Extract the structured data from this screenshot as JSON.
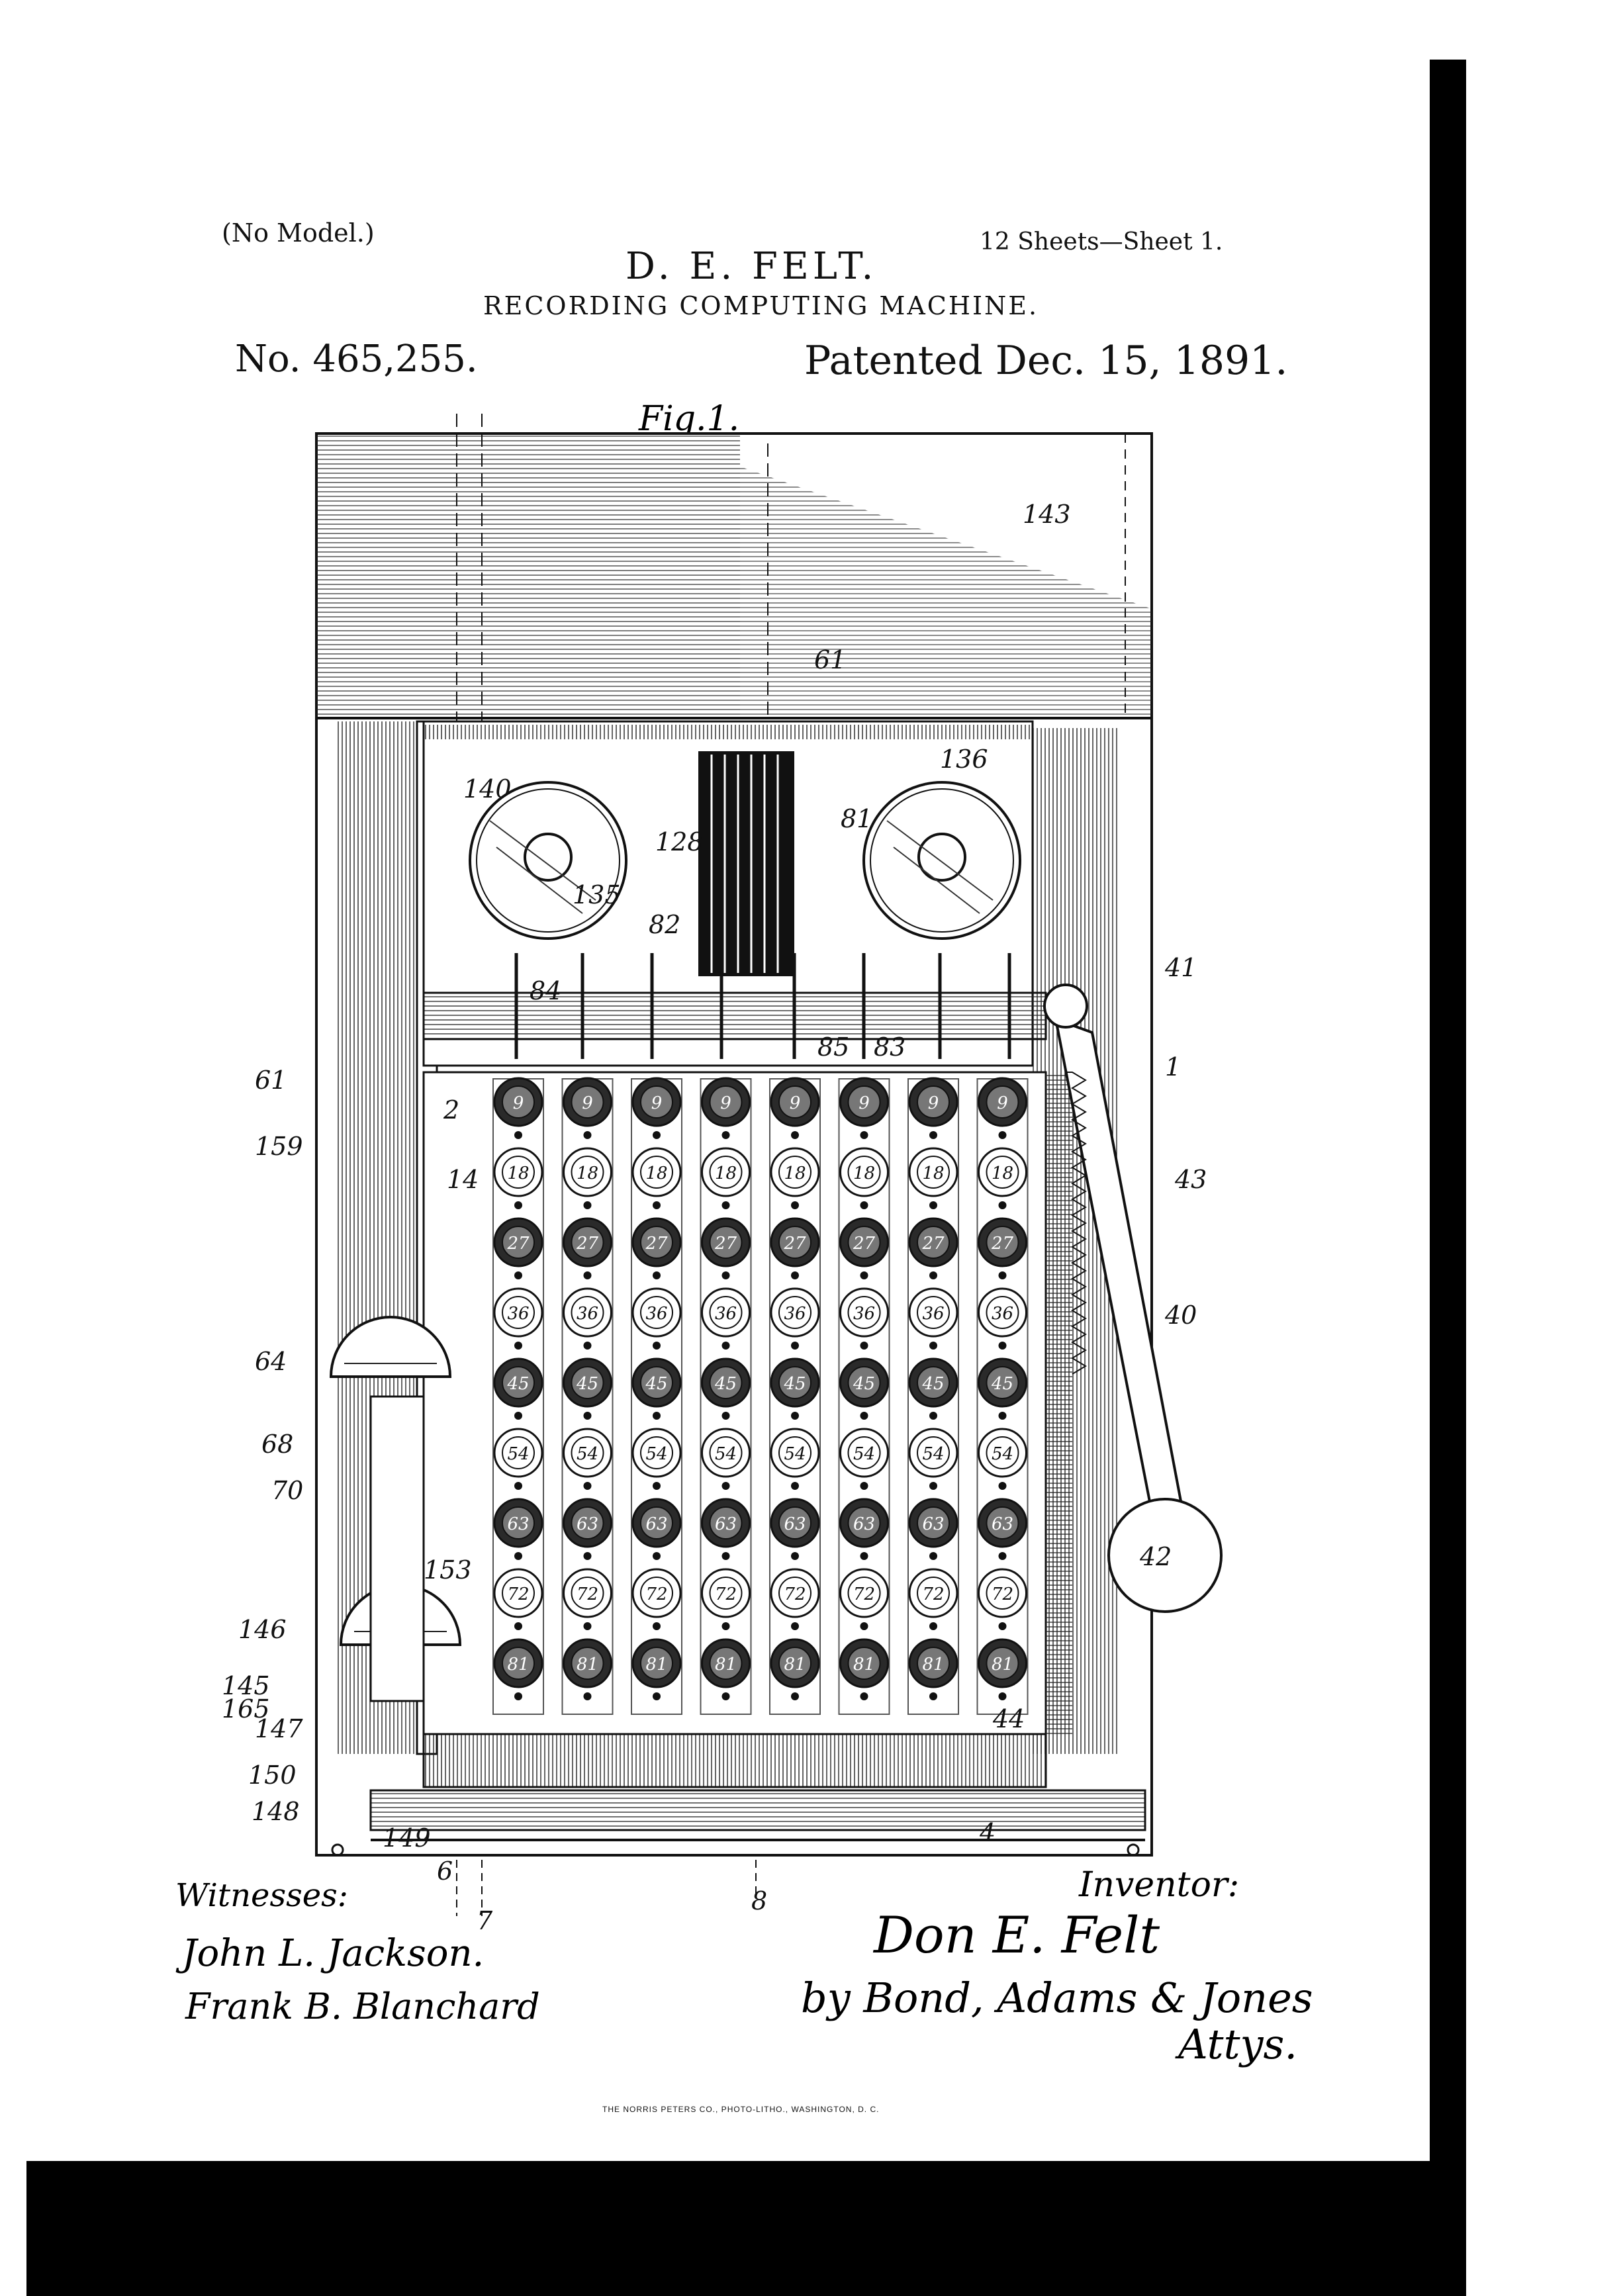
{
  "header": {
    "no_model": "(No Model.)",
    "sheets": "12 Sheets—Sheet 1.",
    "inventor": "D. E. FELT.",
    "title": "RECORDING COMPUTING MACHINE.",
    "patent_no": "No. 465,255.",
    "patented": "Patented Dec. 15, 1891."
  },
  "figure": {
    "label": "Fig.1.",
    "key_numbers": [
      "9",
      "18",
      "27",
      "36",
      "45",
      "54",
      "63",
      "72",
      "81"
    ],
    "refs": {
      "r143": "143",
      "r61a": "61",
      "r136": "136",
      "r140": "140",
      "r128": "128",
      "r81": "81",
      "r135": "135",
      "r82": "82",
      "r84": "84",
      "r85": "85",
      "r83": "83",
      "r41": "41",
      "r1": "1",
      "r61": "61",
      "r2": "2",
      "r159": "159",
      "r14": "14",
      "r43": "43",
      "r40": "40",
      "r64": "64",
      "r68": "68",
      "r70": "70",
      "r42": "42",
      "r153": "153",
      "r146": "146",
      "r145": "145",
      "r165": "165",
      "r147": "147",
      "r150": "150",
      "r148": "148",
      "r149": "149",
      "r44": "44",
      "r4": "4",
      "r6": "6",
      "r7": "7",
      "r8": "8"
    }
  },
  "signatures": {
    "witnesses_label": "Witnesses:",
    "witness1": "John L. Jackson.",
    "witness2": "Frank B. Blanchard",
    "inventor_label": "Inventor:",
    "inventor_sig": "Don E. Felt",
    "attorneys": "by Bond, Adams & Jones",
    "attys": "Attys."
  },
  "footer": {
    "printer": "THE NORRIS PETERS CO., PHOTO-LITHO., WASHINGTON, D. C."
  }
}
